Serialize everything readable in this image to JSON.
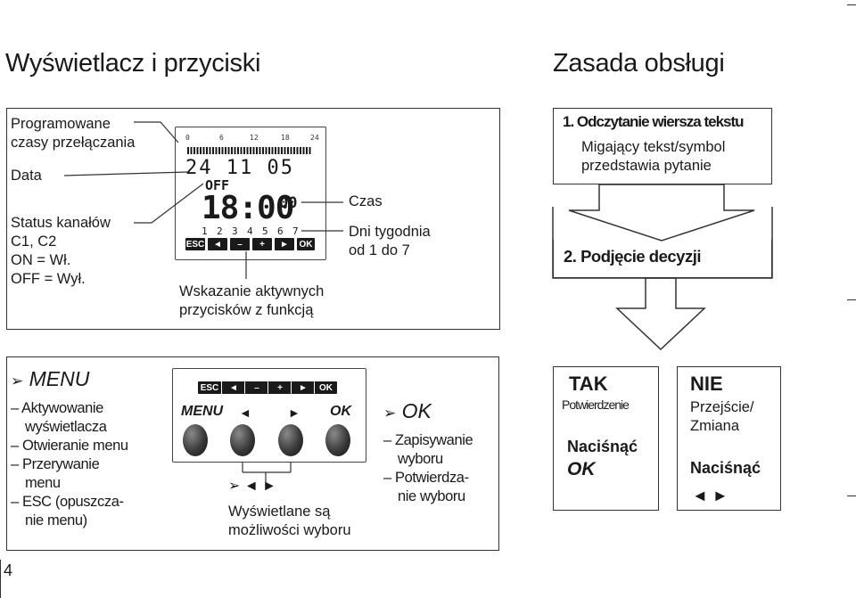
{
  "header": {
    "left_title": "Wyświetlacz i przyciski",
    "right_title": "Zasada obsługi"
  },
  "display_diagram": {
    "labels": {
      "programmed_times": [
        "Programowane",
        "czasy przełączania"
      ],
      "date": "Data",
      "channel_status": [
        "Status kanałów",
        "C1, C2",
        "ON = Wł.",
        "OFF = Wył."
      ],
      "time": "Czas",
      "weekdays": [
        "Dni tygodnia",
        "od 1 do 7"
      ],
      "active_buttons": [
        "Wskazanie aktywnych",
        "przycisków z funkcją"
      ]
    },
    "lcd": {
      "scale": [
        "0",
        "6",
        "12",
        "18",
        "24"
      ],
      "date": "24 11 05",
      "status": "OFF",
      "time": "18:00",
      "seconds": "00",
      "days": [
        "1",
        "2",
        "3",
        "4",
        "5",
        "6",
        "7"
      ]
    },
    "keys": [
      "ESC",
      "◄",
      "–",
      "+",
      "►",
      "OK"
    ]
  },
  "principle": {
    "step1_title": "1. Odczytanie wiersza tekstu",
    "step1_text": [
      "Migający tekst/symbol",
      "przedstawia pytanie"
    ],
    "step2_title": "2. Podjęcie decyzji"
  },
  "menu_panel": {
    "title_symbol": "➢",
    "title": "MENU",
    "items": [
      "– Aktywowanie",
      "wyświetlacza",
      "– Otwieranie menu",
      "– Przerywanie",
      "menu",
      "– ESC (opuszcza-",
      "nie menu)"
    ]
  },
  "buttons_panel": {
    "keys": [
      "ESC",
      "◄",
      "–",
      "+",
      "►",
      "OK"
    ],
    "labels": [
      "MENU",
      "◄",
      "►",
      "OK"
    ],
    "arrow_symbols": "➢ ◄ ►",
    "caption": [
      "Wyświetlane są",
      "możliwości wyboru"
    ]
  },
  "ok_panel": {
    "title_symbol": "➢",
    "title": "OK",
    "items": [
      "– Zapisywanie",
      "wyboru",
      "– Potwierdza-",
      "nie wyboru"
    ]
  },
  "tak_box": {
    "title": "TAK",
    "subtitle": "Potwierdzenie",
    "action": "Naciśnąć",
    "action_key": "OK"
  },
  "nie_box": {
    "title": "NIE",
    "subtitle": [
      "Przejście/",
      "Zmiana"
    ],
    "action": "Naciśnąć",
    "action_key": "◄ ►"
  },
  "page_number": "4"
}
